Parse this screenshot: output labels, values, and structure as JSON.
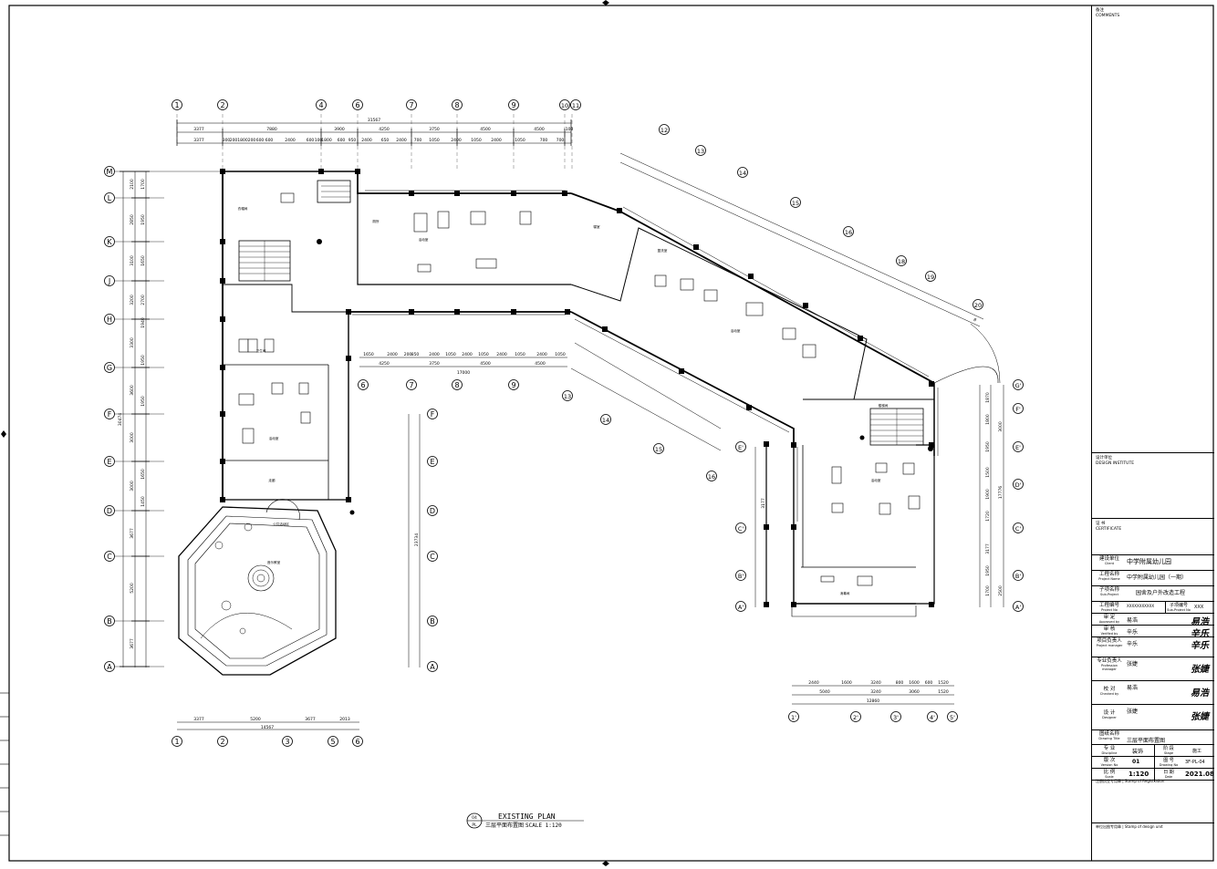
{
  "axes_top": [
    "1",
    "2",
    "4",
    "6",
    "7",
    "8",
    "9",
    "10",
    "11"
  ],
  "axes_left": [
    "M",
    "L",
    "K",
    "J",
    "H",
    "G",
    "F",
    "E",
    "D",
    "C",
    "B",
    "A"
  ],
  "axes_bottom_left": [
    "1",
    "2",
    "3",
    "5",
    "6"
  ],
  "axes_inner_top": [
    "6",
    "7",
    "8",
    "9"
  ],
  "axes_diag": [
    "12",
    "13",
    "14",
    "15",
    "16",
    "18",
    "19",
    "20"
  ],
  "axes_diag2": [
    "13",
    "14",
    "15",
    "16"
  ],
  "axes_inner_right": [
    "F",
    "E",
    "D",
    "C",
    "B",
    "A"
  ],
  "axes_right": [
    "G'",
    "F'",
    "E'",
    "D'",
    "C'",
    "B'",
    "A'"
  ],
  "axes_right_inner": [
    "E'",
    "C'",
    "B'",
    "A'"
  ],
  "axes_bottom_right": [
    "1'",
    "2'",
    "3'",
    "4'",
    "5'"
  ],
  "dims_top_total": "31567",
  "dims_top_row1": [
    "3377",
    "7880",
    "3900",
    "4250",
    "3750",
    "4500",
    "4500",
    "100"
  ],
  "dims_top_row2": [
    "3377",
    "300",
    "200",
    "1800",
    "200",
    "600",
    "600",
    "2400",
    "600",
    "100",
    "1800",
    "600",
    "950",
    "2400",
    "650",
    "2400",
    "700",
    "1050",
    "2400",
    "1050",
    "2400",
    "1050",
    "700",
    "700"
  ],
  "dims_inner": [
    "1650",
    "2400",
    "200",
    "850",
    "2400",
    "1050",
    "2400",
    "1050",
    "2400",
    "1050",
    "2400",
    "1050"
  ],
  "dims_inner_total": "17000",
  "dims_inner_row2": [
    "4250",
    "3750",
    "4500",
    "4500"
  ],
  "dims_bottom_left": [
    "3377",
    "5200",
    "3677",
    "2013"
  ],
  "dims_bottom_left_total": "14567",
  "dims_bottom_right": [
    "2440",
    "1600",
    "3240",
    "800",
    "1600",
    "600",
    "1520"
  ],
  "dims_bottom_right2": [
    "5040",
    "3240",
    "3060",
    "1520"
  ],
  "dims_bottom_right_total": "12860",
  "dims_left": [
    "2100",
    "1700",
    "2850",
    "1950",
    "3100",
    "1650",
    "3200",
    "2700",
    "1940",
    "3300",
    "1950",
    "3600",
    "1950",
    "3000",
    "1650",
    "3000",
    "1450",
    "3677",
    "5200",
    "3677"
  ],
  "dims_right": [
    "1870",
    "1800",
    "3000",
    "1950",
    "1500",
    "1900",
    "1720",
    "3177",
    "3177",
    "1950",
    "1700",
    "2500"
  ],
  "dim_left_total": "30474",
  "dim_right_total": "23734",
  "dim_right_mid": "17776",
  "rooms": [
    "活动室",
    "活动室",
    "活动室",
    "活动室",
    "衣帽间",
    "厕所",
    "卫生间",
    "盥洗室",
    "寝室",
    "楼梯间",
    "公共活动区",
    "走廊",
    "音乐教室",
    "消毒间"
  ],
  "plan": {
    "no": "04",
    "sheet_code": "PL",
    "title": "EXISTING PLAN",
    "subtitle": "三层平面布置图",
    "scale": "SCALE 1:120"
  },
  "titleblock": {
    "comments_cn": "备注",
    "comments_en": "COMMENTS",
    "design_unit_cn": "设计单位",
    "design_unit_en": "DESIGN INSTITUTE",
    "cert_cn": "证 书",
    "cert_en": "CERTIFICATE",
    "client_label": "建设单位",
    "client_label_en": "Client",
    "client": "中学附属幼儿园",
    "project_label": "工程名称",
    "project_label_en": "Project Name",
    "project": "中学附属幼儿园（一期）",
    "subproject_label": "子项名称",
    "subproject_label_en": "Sub-Project",
    "subproject": "园舍及户外改造工程",
    "project_no_label": "工程编号",
    "project_no_label_en": "Project No",
    "project_no": "XXXXXXXXXXX",
    "subproject_no_label": "子项编号",
    "subproject_no_label_en": "Sub-Project No",
    "subproject_no": "XXX",
    "approved_label": "审 定",
    "approved_label_en": "Approved by",
    "approved": "易浩",
    "verified_label": "审 核",
    "verified_label_en": "Verified by",
    "verified": "辛乐",
    "pm_label": "项目负责人",
    "pm_label_en": "Project manager",
    "pm": "辛乐",
    "prof_label": "专业负责人",
    "prof_label_en": "Profession manager",
    "prof": "张婕",
    "checked_label": "校 对",
    "checked_label_en": "Checked by",
    "checked": "易浩",
    "design_label": "设 计",
    "design_label_en": "Designer",
    "design": "张婕",
    "drawing_title_label": "图纸名称",
    "drawing_title_label_en": "Drawing Title",
    "drawing_title": "三层平面布置图",
    "discipline_label": "专 业",
    "discipline_label_en": "Discipline",
    "discipline": "装饰",
    "stage_label": "阶 段",
    "stage_label_en": "Stage",
    "stage": "施工",
    "version_label": "版 次",
    "version_label_en": "Version No",
    "version": "01",
    "drawing_no_label": "图 号",
    "drawing_no_label_en": "Drawing No",
    "drawing_no": "3F-PL-04",
    "scale_label": "比 例",
    "scale_label_en": "Scale",
    "scale": "1:120",
    "date_label": "日 期",
    "date_label_en": "Date",
    "date": "2021.08",
    "stamp_reg": "注册执业专用章 | Stamp of Registration",
    "stamp_unit": "单位出图专用章 | Stamp of design unit"
  }
}
